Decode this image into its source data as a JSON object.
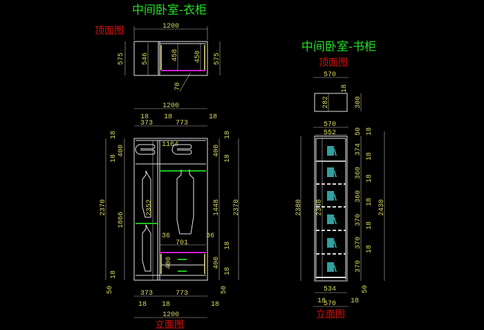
{
  "wardrobe": {
    "title": "中间卧室-衣柜",
    "top_view_label": "顶面图",
    "elevation_label": "立面图",
    "top_view": {
      "width": "1200",
      "depth_left": "575",
      "depth_right": "575",
      "inner_left": "546",
      "inner_mid": "458",
      "inner_right": "450",
      "door": "70"
    },
    "elevation": {
      "overall_width_top": "1200",
      "board_top_a": "18",
      "board_top_b": "18",
      "board_top_c": "18",
      "left_width_top": "373",
      "right_width_top": "773",
      "inner_top": "1164",
      "left_height": "2370",
      "left_top_board": "18",
      "left_top_space": "400",
      "left_mid_board": "18",
      "left_main": "1866",
      "left_bottom_board": "18",
      "left_plinth": "50",
      "inner_height": "2352",
      "right_top_board": "18",
      "right_top_space": "400",
      "right_mid_board": "18",
      "right_hang": "1448",
      "right_height": "2370",
      "right_drawer_board": "18",
      "right_drawer": "400",
      "right_bottom_board": "18",
      "right_plinth": "50",
      "drawer_side_left": "36",
      "drawer_side_right": "36",
      "drawer_width": "701",
      "drawer_height": "400",
      "left_width_bottom": "373",
      "right_width_bottom": "773",
      "board_bottom_a": "18",
      "board_bottom_b": "18",
      "board_bottom_c": "18",
      "overall_width_bottom": "1200"
    }
  },
  "bookcase": {
    "title": "中间卧室-书柜",
    "top_view_label": "顶面图",
    "elevation_label": "立面图",
    "top_view": {
      "width": "570",
      "board": "18",
      "inner_depth": "282",
      "depth": "300"
    },
    "elevation": {
      "width_top": "570",
      "inner_width_top": "552",
      "left_height": "2380",
      "inner_height": "2340",
      "right_height": "2430",
      "right_dims": [
        "50",
        "374",
        "360",
        "360",
        "370",
        "370",
        "370"
      ],
      "board_dims": [
        "18",
        "18",
        "18",
        "18",
        "18",
        "18"
      ],
      "bottom_plinth": "50",
      "inner_width_bottom": "534",
      "board_left": "18",
      "width_bottom": "570",
      "board_right": "18"
    }
  },
  "colors": {
    "background": "#000000",
    "title": "#20e020",
    "label": "#e01010",
    "dimension": "#d8d860",
    "rod": "#20c020",
    "drawer_top": "#d020d0",
    "books": "#30a0a0"
  }
}
